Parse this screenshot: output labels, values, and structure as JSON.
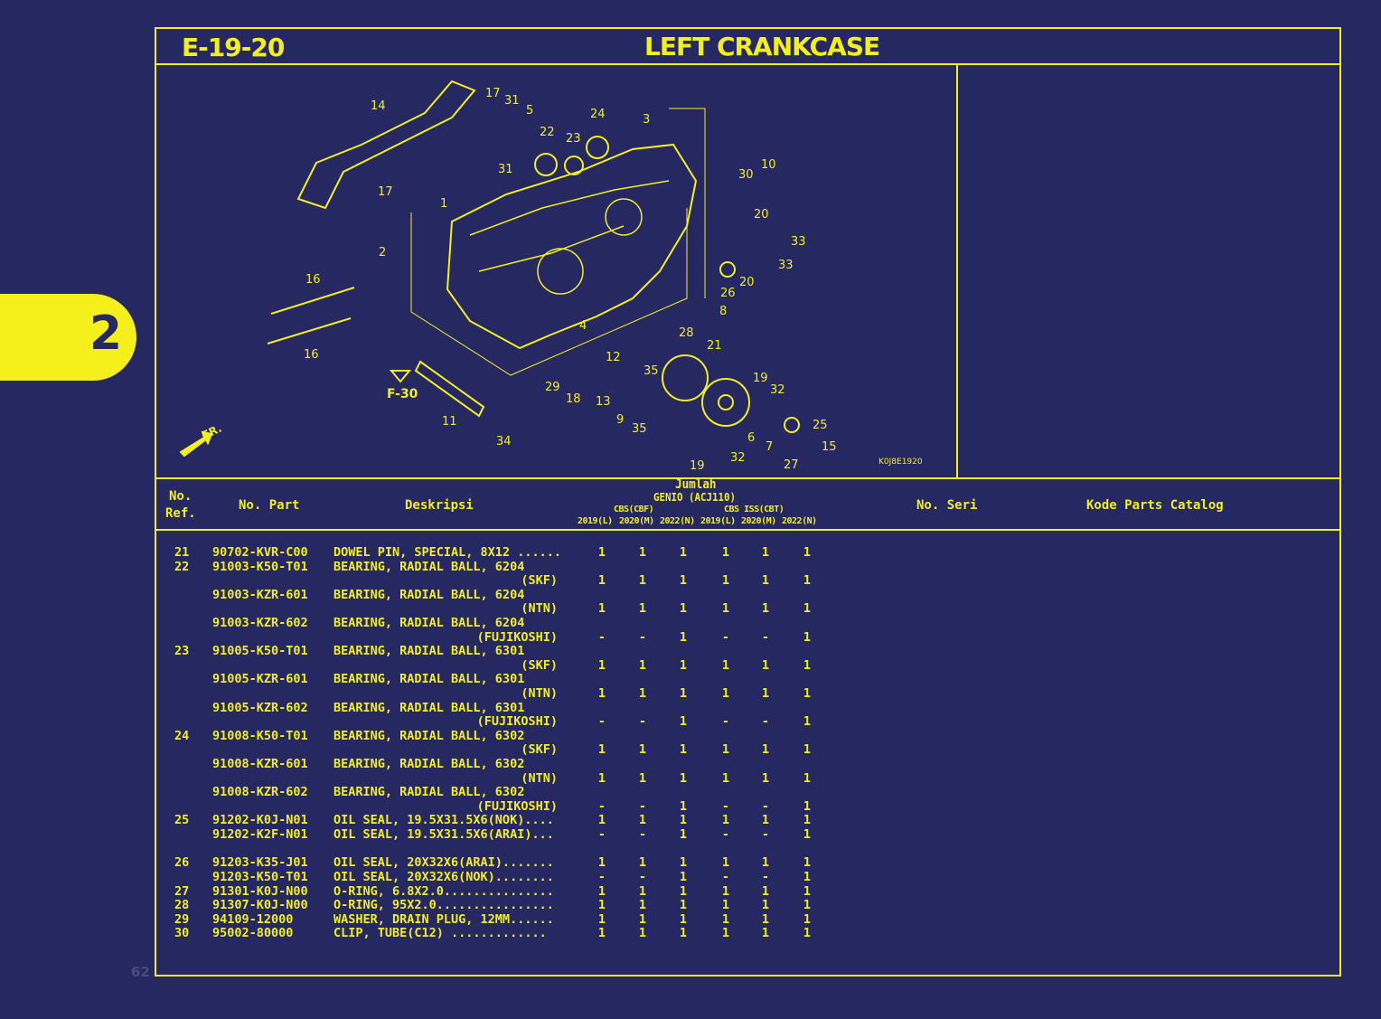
{
  "section_tab": "2",
  "page_number": "62",
  "header": {
    "code": "E-19-20",
    "title": "LEFT CRANKCASE"
  },
  "diagram": {
    "callouts": [
      "14",
      "17",
      "31",
      "5",
      "24",
      "3",
      "22",
      "23",
      "31",
      "17",
      "30",
      "10",
      "1",
      "20",
      "33",
      "2",
      "33",
      "16",
      "20",
      "26",
      "8",
      "4",
      "16",
      "28",
      "21",
      "12",
      "35",
      "19",
      "32",
      "29",
      "18",
      "13",
      "F-30",
      "9",
      "35",
      "25",
      "6",
      "7",
      "15",
      "11",
      "34",
      "32",
      "19",
      "27"
    ],
    "figure_code": "K0J8E1920",
    "front_label": "FR."
  },
  "table_header": {
    "ref": [
      "No.",
      "Ref."
    ],
    "part": "No. Part",
    "desc": "Deskripsi",
    "jumlah": "Jumlah",
    "model": "GENIO (ACJ110)",
    "variants": [
      "CBS(CBF)",
      "CBS ISS(CBT)"
    ],
    "years": [
      "2019(L)",
      "2020(M)",
      "2022(N)",
      "2019(L)",
      "2020(M)",
      "2022(N)"
    ],
    "serial": "No. Seri",
    "catalog": "Kode Parts Catalog"
  },
  "rows": [
    {
      "ref": "21",
      "part": "90702-KVR-C00",
      "desc": "DOWEL PIN, SPECIAL, 8X12 ......",
      "suffix": "",
      "qty": [
        "1",
        "1",
        "1",
        "1",
        "1",
        "1"
      ]
    },
    {
      "ref": "22",
      "part": "91003-K50-T01",
      "desc": "BEARING, RADIAL BALL, 6204",
      "suffix": "(SKF)",
      "qty": [
        "1",
        "1",
        "1",
        "1",
        "1",
        "1"
      ]
    },
    {
      "ref": "",
      "part": "91003-KZR-601",
      "desc": "BEARING, RADIAL BALL, 6204",
      "suffix": "(NTN)",
      "qty": [
        "1",
        "1",
        "1",
        "1",
        "1",
        "1"
      ]
    },
    {
      "ref": "",
      "part": "91003-KZR-602",
      "desc": "BEARING, RADIAL BALL, 6204",
      "suffix": "(FUJIKOSHI)",
      "qty": [
        "-",
        "-",
        "1",
        "-",
        "-",
        "1"
      ]
    },
    {
      "ref": "23",
      "part": "91005-K50-T01",
      "desc": "BEARING, RADIAL BALL, 6301",
      "suffix": "(SKF)",
      "qty": [
        "1",
        "1",
        "1",
        "1",
        "1",
        "1"
      ]
    },
    {
      "ref": "",
      "part": "91005-KZR-601",
      "desc": "BEARING, RADIAL BALL, 6301",
      "suffix": "(NTN)",
      "qty": [
        "1",
        "1",
        "1",
        "1",
        "1",
        "1"
      ]
    },
    {
      "ref": "",
      "part": "91005-KZR-602",
      "desc": "BEARING, RADIAL BALL, 6301",
      "suffix": "(FUJIKOSHI)",
      "qty": [
        "-",
        "-",
        "1",
        "-",
        "-",
        "1"
      ]
    },
    {
      "ref": "24",
      "part": "91008-K50-T01",
      "desc": "BEARING, RADIAL BALL, 6302",
      "suffix": "(SKF)",
      "qty": [
        "1",
        "1",
        "1",
        "1",
        "1",
        "1"
      ]
    },
    {
      "ref": "",
      "part": "91008-KZR-601",
      "desc": "BEARING, RADIAL BALL, 6302",
      "suffix": "(NTN)",
      "qty": [
        "1",
        "1",
        "1",
        "1",
        "1",
        "1"
      ]
    },
    {
      "ref": "",
      "part": "91008-KZR-602",
      "desc": "BEARING, RADIAL BALL, 6302",
      "suffix": "(FUJIKOSHI)",
      "qty": [
        "-",
        "-",
        "1",
        "-",
        "-",
        "1"
      ]
    },
    {
      "ref": "25",
      "part": "91202-K0J-N01",
      "desc": "OIL SEAL, 19.5X31.5X6(NOK)....",
      "suffix": "",
      "qty": [
        "1",
        "1",
        "1",
        "1",
        "1",
        "1"
      ]
    },
    {
      "ref": "",
      "part": "91202-K2F-N01",
      "desc": "OIL SEAL, 19.5X31.5X6(ARAI)...",
      "suffix": "",
      "qty": [
        "-",
        "-",
        "1",
        "-",
        "-",
        "1"
      ]
    },
    {
      "ref": "26",
      "part": "91203-K35-J01",
      "desc": "OIL SEAL, 20X32X6(ARAI).......",
      "suffix": "",
      "qty": [
        "1",
        "1",
        "1",
        "1",
        "1",
        "1"
      ]
    },
    {
      "ref": "",
      "part": "91203-K50-T01",
      "desc": "OIL SEAL, 20X32X6(NOK)........",
      "suffix": "",
      "qty": [
        "-",
        "-",
        "1",
        "-",
        "-",
        "1"
      ]
    },
    {
      "ref": "27",
      "part": "91301-K0J-N00",
      "desc": "O-RING, 6.8X2.0...............",
      "suffix": "",
      "qty": [
        "1",
        "1",
        "1",
        "1",
        "1",
        "1"
      ]
    },
    {
      "ref": "28",
      "part": "91307-K0J-N00",
      "desc": "O-RING, 95X2.0................",
      "suffix": "",
      "qty": [
        "1",
        "1",
        "1",
        "1",
        "1",
        "1"
      ]
    },
    {
      "ref": "29",
      "part": "94109-12000",
      "desc": "WASHER, DRAIN PLUG, 12MM......",
      "suffix": "",
      "qty": [
        "1",
        "1",
        "1",
        "1",
        "1",
        "1"
      ]
    },
    {
      "ref": "30",
      "part": "95002-80000",
      "desc": "CLIP, TUBE(C12) .............",
      "suffix": "",
      "qty": [
        "1",
        "1",
        "1",
        "1",
        "1",
        "1"
      ]
    }
  ],
  "colors": {
    "background": "#262862",
    "accent": "#f3ee22"
  }
}
